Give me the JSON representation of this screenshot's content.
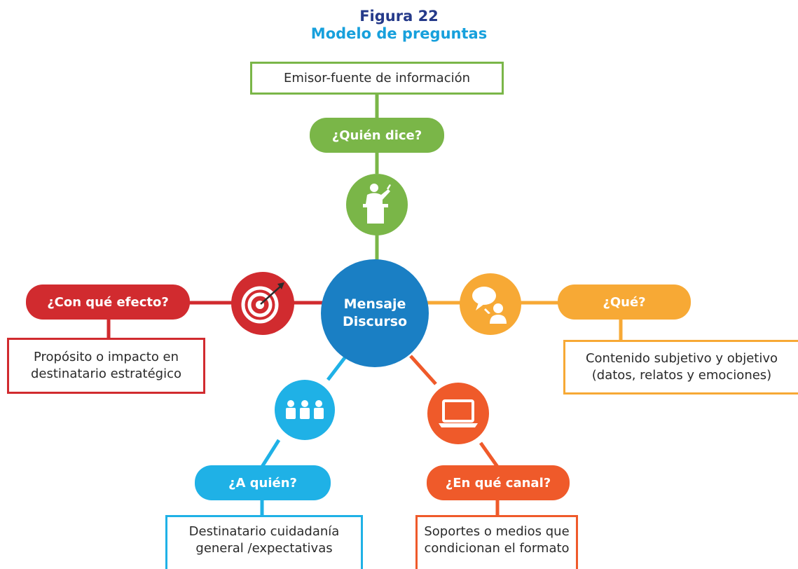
{
  "figure_number": "Figura 22",
  "figure_title": "Modelo de preguntas",
  "center": {
    "line1": "Mensaje",
    "line2": "Discurso",
    "color": "#1a7fc4"
  },
  "nodes": {
    "quien_dice": {
      "question": "¿Quién dice?",
      "description_lines": [
        "Emisor-fuente de información"
      ],
      "icon": "speaker-at-podium-icon",
      "color": "#7ab648"
    },
    "que": {
      "question": "¿Qué?",
      "description_lines": [
        "Contenido subjetivo y objetivo",
        "(datos, relatos y emociones)"
      ],
      "icon": "speech-bubble-person-icon",
      "color": "#f7a935"
    },
    "en_que_canal": {
      "question": "¿En qué canal?",
      "description_lines": [
        "Soportes o medios que",
        "condicionan el formato"
      ],
      "icon": "laptop-icon",
      "color": "#ef5a2a"
    },
    "a_quien": {
      "question": "¿A quién?",
      "description_lines": [
        "Destinatario cuidadanía",
        "general /expectativas"
      ],
      "icon": "audience-group-icon",
      "color": "#1fb1e6"
    },
    "con_que_efecto": {
      "question": "¿Con qué efecto?",
      "description_lines": [
        "Propósito o impacto en",
        "destinatario estratégico"
      ],
      "icon": "target-dart-icon",
      "color": "#d12b2f"
    }
  }
}
